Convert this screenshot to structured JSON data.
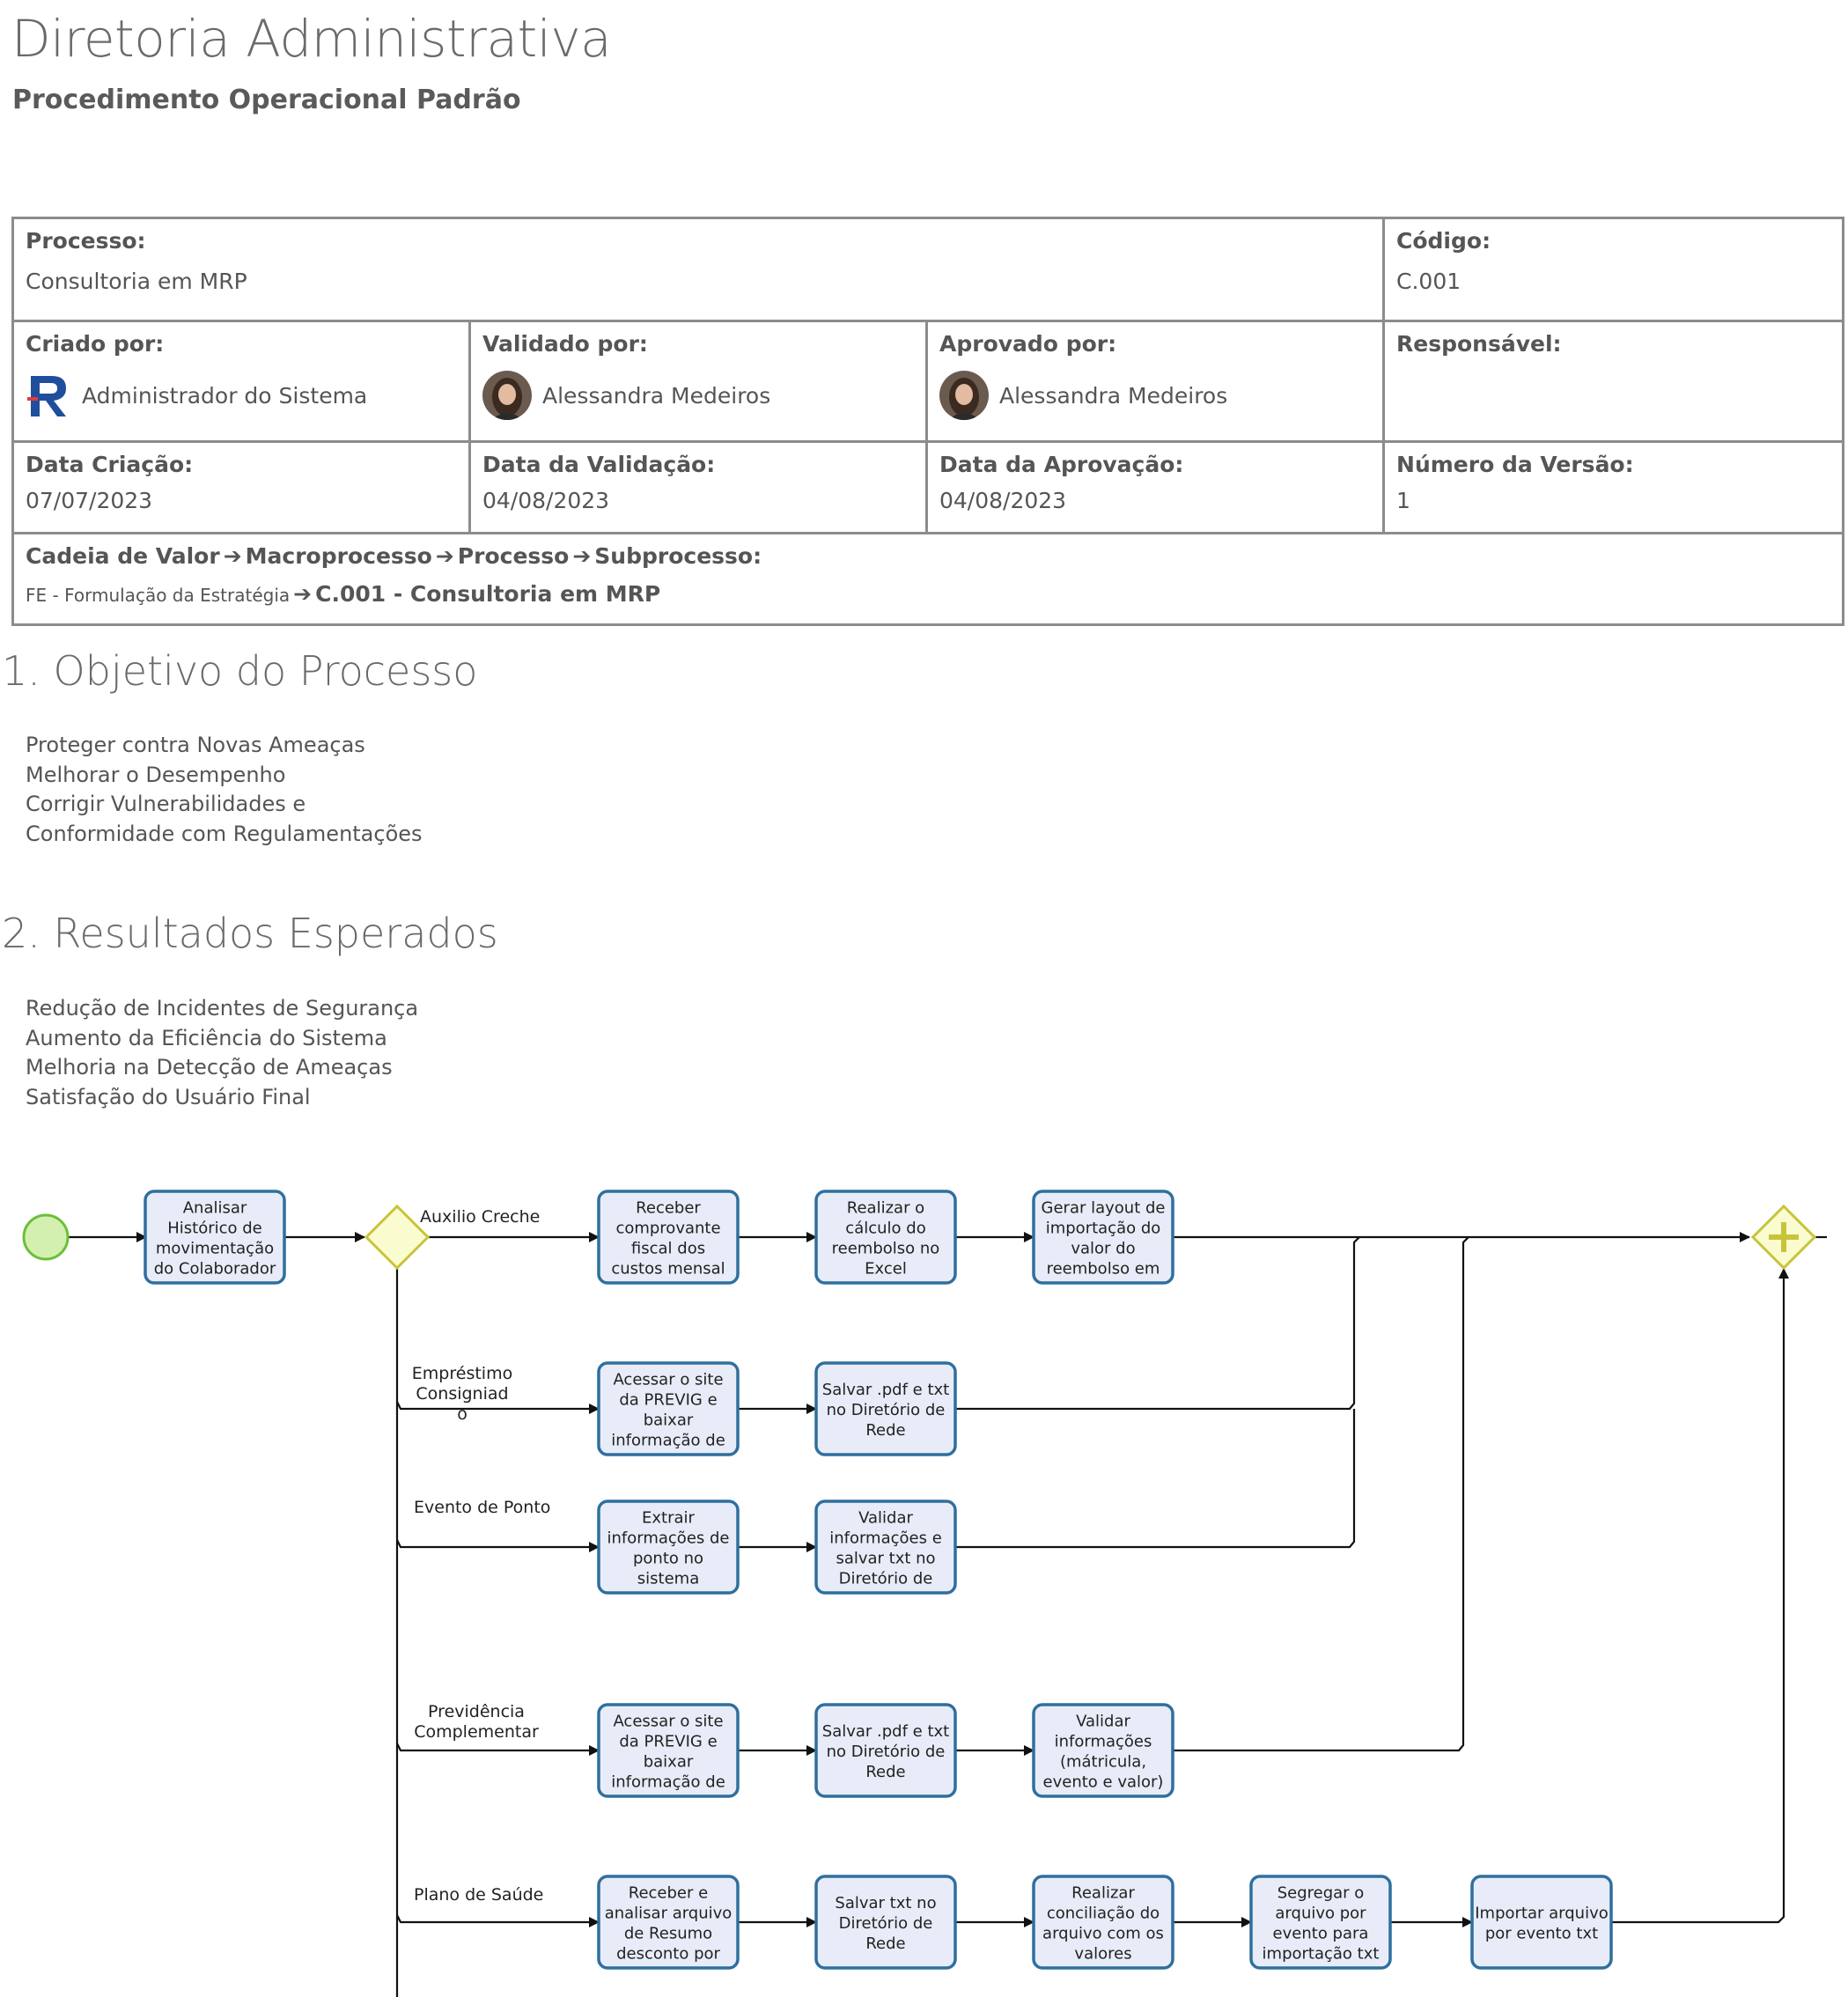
{
  "header": {
    "title": "Diretoria Administrativa",
    "subtitle": "Procedimento Operacional Padrão"
  },
  "info": {
    "processo_label": "Processo:",
    "processo_value": "Consultoria em MRP",
    "codigo_label": "Código:",
    "codigo_value": "C.001",
    "criado_label": "Criado por:",
    "criado_value": "Administrador do Sistema",
    "validado_label": "Validado por:",
    "validado_value": "Alessandra Medeiros",
    "aprovado_label": "Aprovado por:",
    "aprovado_value": "Alessandra Medeiros",
    "responsavel_label": "Responsável:",
    "data_criacao_label": "Data Criação:",
    "data_criacao_value": "07/07/2023",
    "data_validacao_label": "Data da Validação:",
    "data_validacao_value": "04/08/2023",
    "data_aprovacao_label": "Data da Aprovação:",
    "data_aprovacao_value": "04/08/2023",
    "versao_label": "Número da Versão:",
    "versao_value": "1",
    "chain": {
      "cadeia": "Cadeia de Valor",
      "macro": "Macroprocesso",
      "processo": "Processo",
      "sub": "Subprocesso:",
      "value_small": "FE - Formulação da Estratégia",
      "value_bold": "C.001 - Consultoria em MRP"
    }
  },
  "section1": {
    "heading": "1. Objetivo do Processo",
    "items": [
      "Proteger contra Novas Ameaças",
      "Melhorar o Desempenho",
      "Corrigir Vulnerabilidades e",
      "Conformidade com Regulamentações"
    ]
  },
  "section2": {
    "heading": "2. Resultados Esperados",
    "items": [
      "Redução de Incidentes de Segurança",
      "Aumento da Eficiência do Sistema",
      "Melhoria na Detecção de Ameaças",
      "Satisfação do Usuário Final"
    ]
  },
  "diagram": {
    "colors": {
      "task_fill": "#e8ecf8",
      "task_stroke": "#2f6f9e",
      "start_fill": "#d4f0b0",
      "start_stroke": "#6cbf3a",
      "gateway_fill": "#fbfbd0",
      "gateway_stroke": "#c8c43a",
      "line": "#111111"
    },
    "first_task": [
      "Analisar",
      "Histórico de",
      "movimentação",
      "do Colaborador"
    ],
    "branch_labels": {
      "auxilio": [
        "Auxilio Creche"
      ],
      "emprestimo": [
        "Empréstimo",
        "Consigniad",
        "o"
      ],
      "ponto": [
        "Evento de Ponto"
      ],
      "previdencia": [
        "Previdência",
        "Complementar"
      ],
      "saude": [
        "Plano de Saúde"
      ]
    },
    "tasks": {
      "aux1": [
        "Receber",
        "comprovante",
        "fiscal dos",
        "custos mensal"
      ],
      "aux2": [
        "Realizar o",
        "cálculo do",
        "reembolso no",
        "Excel"
      ],
      "aux3": [
        "Gerar layout de",
        "importação do",
        "valor do",
        "reembolso em"
      ],
      "emp1": [
        "Acessar o site",
        "da PREVIG e",
        "baixar",
        "informação de"
      ],
      "emp2": [
        "Salvar .pdf e txt",
        "no Diretório de",
        "Rede"
      ],
      "pon1": [
        "Extrair",
        "informações de",
        "ponto no",
        "sistema"
      ],
      "pon2": [
        "Validar",
        "informações e",
        "salvar txt no",
        "Diretório de"
      ],
      "pre1": [
        "Acessar o site",
        "da PREVIG e",
        "baixar",
        "informação de"
      ],
      "pre2": [
        "Salvar .pdf e txt",
        "no Diretório de",
        "Rede"
      ],
      "pre3": [
        "Validar",
        "informações",
        "(mátricula,",
        "evento e valor)"
      ],
      "sau1": [
        "Receber e",
        "analisar arquivo",
        "de Resumo",
        "desconto por"
      ],
      "sau2": [
        "Salvar txt no",
        "Diretório de",
        "Rede"
      ],
      "sau3": [
        "Realizar",
        "conciliação do",
        "arquivo com os",
        "valores"
      ],
      "sau4": [
        "Segregar o",
        "arquivo por",
        "evento para",
        "importação txt"
      ],
      "sau5": [
        "Importar arquivo",
        "por evento txt"
      ]
    }
  }
}
